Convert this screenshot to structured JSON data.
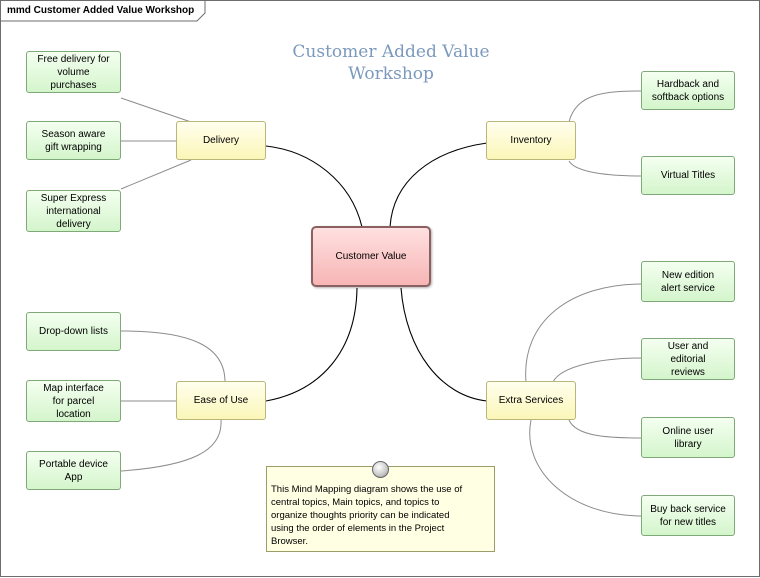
{
  "diagram": {
    "tab_label": "mmd Customer Added Value Workshop",
    "title_line1": "Customer Added Value",
    "title_line2": "Workshop",
    "central": "Customer Value",
    "main_topics": {
      "delivery": "Delivery",
      "inventory": "Inventory",
      "ease_of_use": "Ease of Use",
      "extra_services": "Extra Services"
    },
    "leaves": {
      "free_delivery": [
        "Free delivery for",
        "volume",
        "purchases"
      ],
      "season_wrapping": [
        "Season aware",
        "gift wrapping"
      ],
      "super_express": [
        "Super Express",
        "international",
        "delivery"
      ],
      "hardback": [
        "Hardback and",
        "softback options"
      ],
      "virtual_titles": [
        "Virtual Titles"
      ],
      "dropdown_lists": [
        "Drop-down lists"
      ],
      "map_interface": [
        "Map interface",
        "for parcel",
        "location"
      ],
      "portable_app": [
        "Portable device",
        "App"
      ],
      "new_edition": [
        "New edition",
        "alert service"
      ],
      "user_reviews": [
        "User and",
        "editorial",
        "reviews"
      ],
      "online_library": [
        "Online user",
        "library"
      ],
      "buy_back": [
        "Buy back service",
        "for new titles"
      ]
    },
    "note": [
      "This Mind Mapping diagram shows the use of",
      "central topics, Main topics, and topics to",
      "organize thoughts priority can be indicated",
      "using the order of elements in the Project",
      "Browser."
    ]
  },
  "colors": {
    "central_fill": "#f7b5b5",
    "main_fill": "#fbf6b8",
    "leaf_fill": "#d4f5cc",
    "note_fill": "#ffffe4",
    "title_color": "#7b99bd"
  }
}
